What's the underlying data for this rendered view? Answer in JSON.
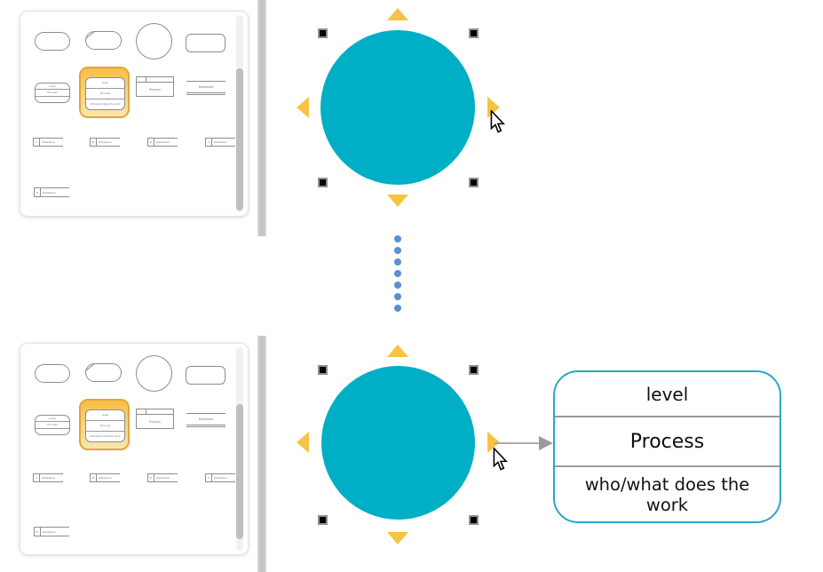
{
  "palette": {
    "shapes": {
      "process_rounded": {
        "rows": [
          "level",
          "Process"
        ]
      },
      "process_highlighted": {
        "rows": [
          "level",
          "Process",
          "who/what does the work"
        ]
      },
      "process_rect": {
        "label": "Process"
      },
      "datastore_wide": {
        "label": "Datastore"
      },
      "datastores": [
        {
          "id": "C",
          "label": "Datastore"
        },
        {
          "id": "M",
          "label": "Datastore"
        },
        {
          "id": "D",
          "label": "Datastore"
        },
        {
          "id": "T",
          "label": "Datastore"
        },
        {
          "id": "D",
          "label": "Datastore"
        }
      ]
    }
  },
  "separator": {
    "dot_count": 7,
    "dot_color": "#5b8fd3"
  },
  "canvas": {
    "top": {
      "shape": "circle",
      "fill": "#00aec6"
    },
    "bottom": {
      "shape": "circle",
      "fill": "#00aec6",
      "process_box": {
        "rows": [
          "level",
          "Process",
          "who/what does the work"
        ],
        "border_color": "#2aa7c5"
      }
    }
  },
  "colors": {
    "selection_arrow": "#f6c443",
    "selection_handle": "#000000",
    "connector_gray": "#9b9b9b",
    "highlight_border": "#e3a43e",
    "divider_bar": "#c6c6c6"
  }
}
